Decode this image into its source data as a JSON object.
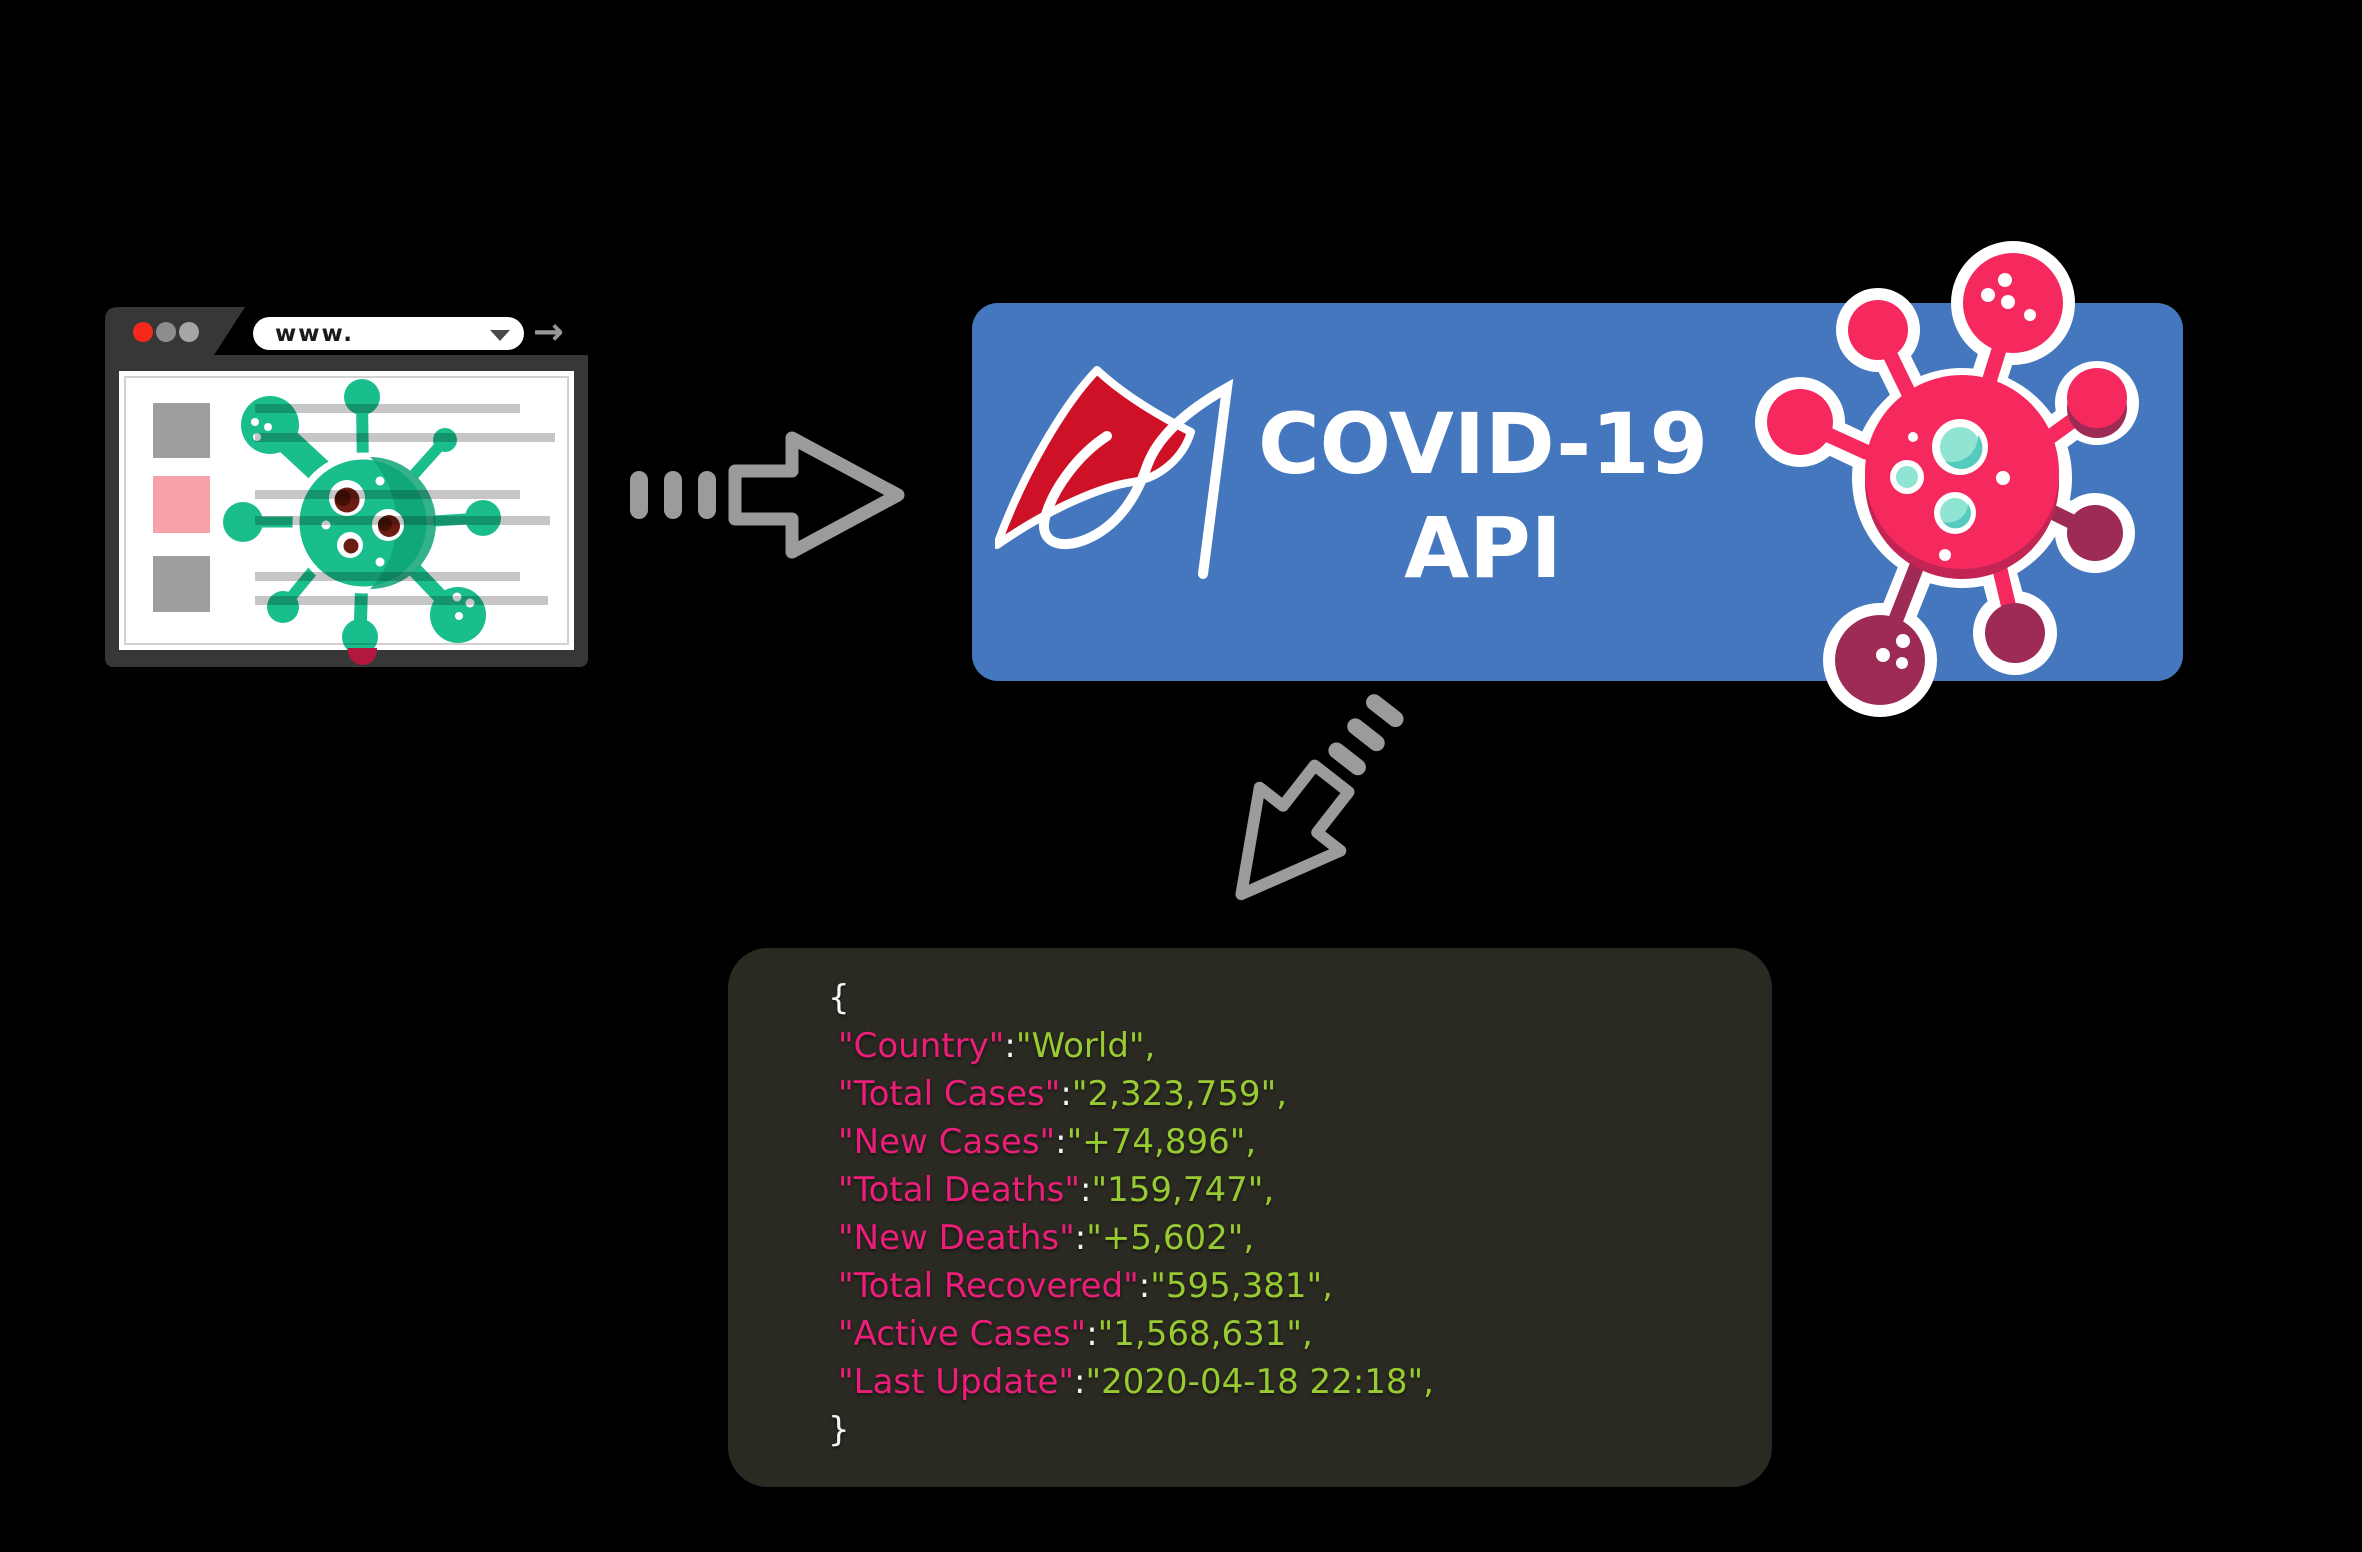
{
  "canvas": {
    "bg": "#000000"
  },
  "browser": {
    "url": "www.",
    "go_arrow": "→",
    "window_dots": [
      "#f5281b",
      "#8d8d8d",
      "#a6a6a6"
    ]
  },
  "api_box": {
    "bg": "#4577be",
    "title_line1": "COVID-19",
    "title_line2": "API",
    "logo_icon": "worldometers-logo",
    "virus_icon": "coronavirus-sticker"
  },
  "arrows": {
    "style": "gray-dashed-outline-arrow",
    "color": "#9b9b9b"
  },
  "json_block": {
    "bg": "#2a2a22",
    "key_color": "#ed1e79",
    "value_color": "#98cb32",
    "punct_color": "#f5f5f5",
    "open_brace": "{",
    "close_brace": "}",
    "colon": ":",
    "entries": [
      {
        "key": "\"Country\"",
        "value": "\"World\","
      },
      {
        "key": "\"Total Cases\"",
        "value": "\"2,323,759\","
      },
      {
        "key": "\"New Cases\"",
        "value": "\"+74,896\","
      },
      {
        "key": "\"Total Deaths\"",
        "value": "\"159,747\","
      },
      {
        "key": "\"New Deaths\"",
        "value": "\"+5,602\","
      },
      {
        "key": "\"Total Recovered\"",
        "value": "\"595,381\","
      },
      {
        "key": "\"Active Cases\"",
        "value": "\"1,568,631\","
      },
      {
        "key": "\"Last Update\"",
        "value": "\"2020-04-18 22:18\","
      }
    ]
  }
}
